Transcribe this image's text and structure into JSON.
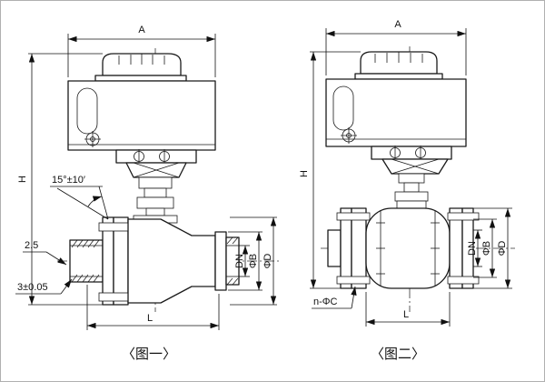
{
  "colors": {
    "line": "#1a1a1a",
    "background": "#ffffff",
    "border": "#b0b0b0"
  },
  "fig1": {
    "caption": "〈图一〉",
    "A": "A",
    "H": "H",
    "angle": "15°±10′",
    "gap": "2.5",
    "tolerance": "3±0.05",
    "DN": "DN",
    "phiB": "ΦB",
    "phiD": "ΦD",
    "L": "L"
  },
  "fig2": {
    "caption": "〈图二〉",
    "A": "A",
    "H": "H",
    "bolt_holes": "n-ΦC",
    "DN": "DN",
    "phiB": "ΦB",
    "phiD": "ΦD",
    "L": "L"
  }
}
